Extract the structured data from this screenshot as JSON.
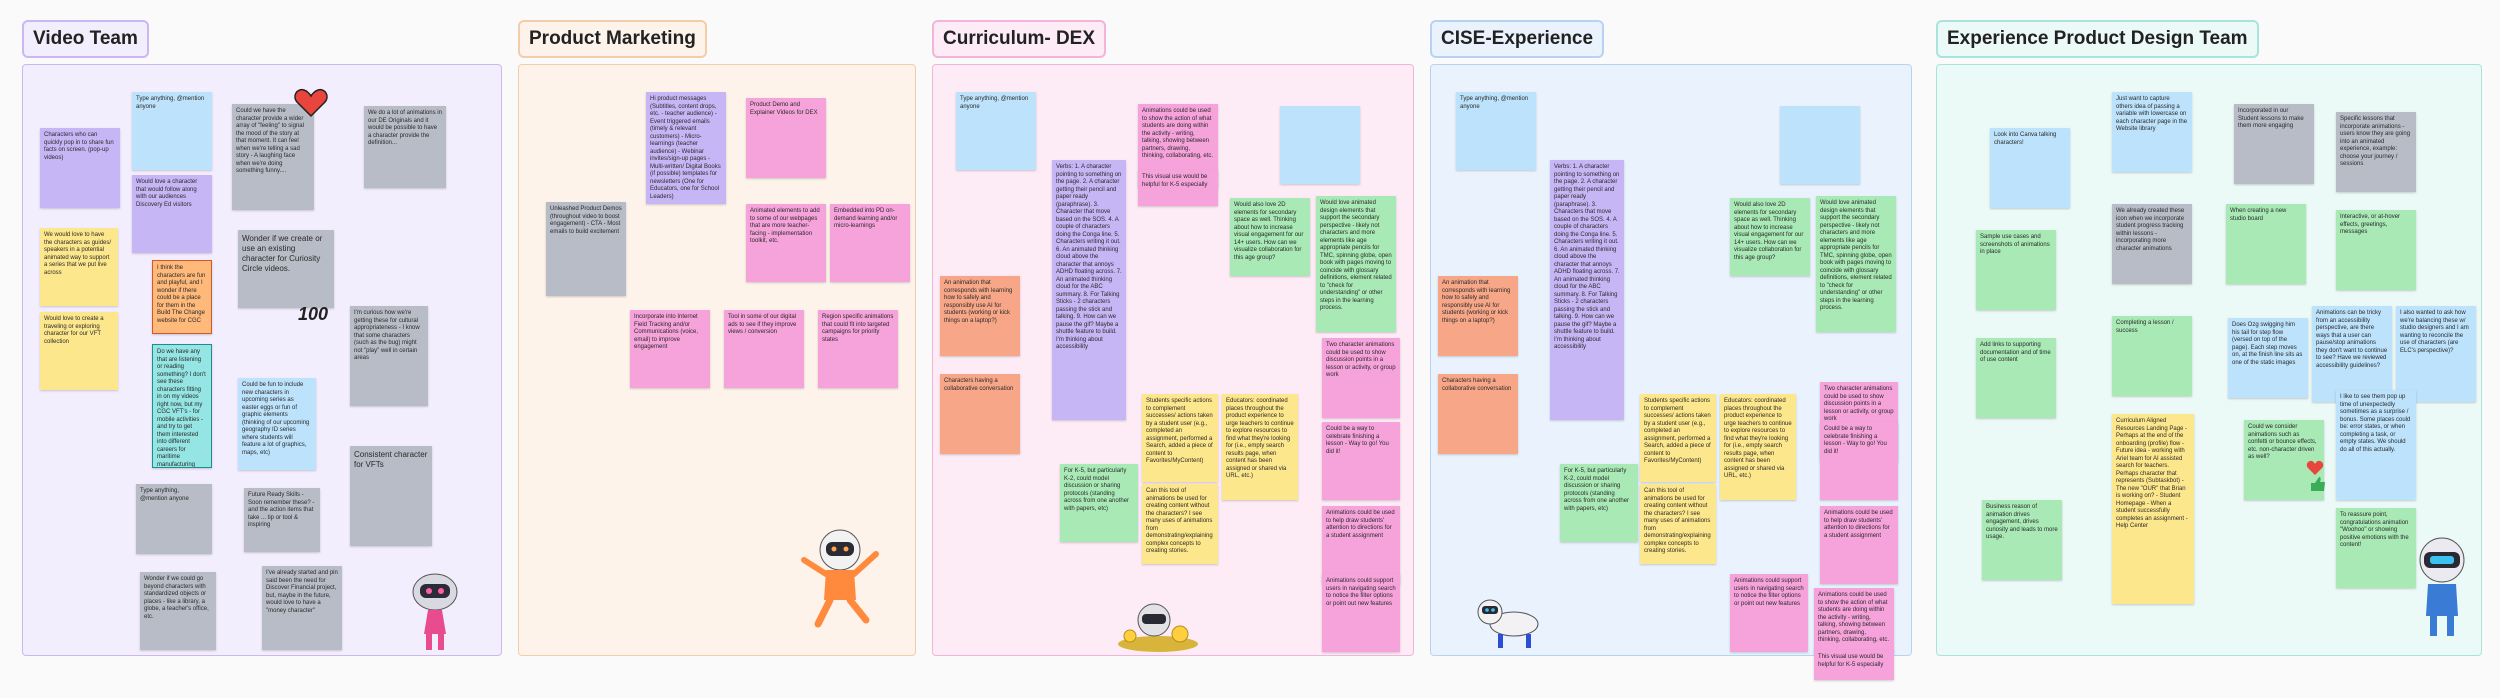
{
  "sections": [
    {
      "title": "Video Team",
      "bg": "#f3eefe",
      "border": "#c9b8f1"
    },
    {
      "title": "Product Marketing",
      "bg": "#fdf3ea",
      "border": "#f3cda9"
    },
    {
      "title": "Curriculum- DEX",
      "bg": "#fdebf6",
      "border": "#f2b4d9"
    },
    {
      "title": "CISE-Experience",
      "bg": "#eaf3fd",
      "border": "#b6d4f2"
    },
    {
      "title": "Experience Product Design Team",
      "bg": "#ebf9f7",
      "border": "#a9e4dc"
    }
  ],
  "notes": {
    "v1": "Characters who can quickly pop in to share fun facts on screen. (pop-up videos)",
    "v2": "Type anything, @mention anyone",
    "v3": "Would love a character that would follow along with our audiences Discovery Ed visitors",
    "v4": "Could we have the character provide a wider array of \"feeling\" to signal the mood of the story at that moment. It can feel when we're telling a sad story - A laughing face when we're doing something funny....",
    "v5": "We do a lot of animations in our DE Originals and it would be possible to have a character provide the definition...",
    "v6": "We would love to have the characters as guides/ speakers in a potential animated way to support a series that we put live across",
    "v7": "I think the characters are fun and playful, and I wonder if there could be a place for them in the Build The Change website for CGC",
    "v8": "Wonder if we create or use an existing character for Curiosity Circle videos.",
    "v9": "Would love to create a traveling or exploring character for our VFT collection",
    "v10": "I'm curious how we're getting these for cultural appropriateness - I know that some characters (such as the bug) might not \"play\" well in certain areas",
    "v11": "Do we have any that are listening or reading something? I don't see these characters fitting in on my videos right now, but my CGC VFT's - for mobile activities - and try to get them interested into different careers for maritime manufacturing",
    "v12": "Could be fun to include new characters in upcoming series as easter eggs or fun of graphic elements (thinking of our upcoming geography ID series where students will feature a lot of graphics, maps, etc)",
    "v13": "Consistent character for VFTs",
    "v14": "Type anything, @mention anyone",
    "v15": "Future Ready Skills - Soon remember these? - and the action items that take ... tip or tool & inspiring",
    "v16": "Wonder if we could go beyond characters with standardized objects or places - like a library, a globe, a teacher's office, etc.",
    "v17": "I've already started and pin said been the need for Discover Financial project, but, maybe in the future, would love to have a \"money character\"",
    "pm1": "Hi product messages (Subtitles, content drops, etc. - teacher audience) - Event triggered emails (timely & relevant customers) - Micro-learnings (teacher audience) - Webinar invites/sign-up pages - Multi-written/ Digital Books (if possible) templates for newsletters (One for Educators, one for School Leaders)",
    "pm2": "Product Demo and Explainer Videos for DEX",
    "pm3": "Animated elements to add to some of our webpages that are more teacher-facing - implementation toolkit, etc.",
    "pm4": "Embedded into PD on-demand learning and/or micro-learnings",
    "pm5": "Unleashed Product Demos (throughout video to boost engagement) - CTA - Most emails to build excitement",
    "pm6": "Incorporate into Internet Field Tracking and/or Communications (voice, email) to improve engagement",
    "pm7": "Tool in some of our digital ads to see if they improve views / conversion",
    "pm8": "Region specific animations that could fit into targeted campaigns for priority states",
    "c1": "Type anything, @mention anyone",
    "c2": "Animations could be used to show the action of what students are doing within the activity - writing, talking, showing between partners, drawing, thinking, collaborating, etc.",
    "c3": "This visual use would be helpful for K-5 especially",
    "c4": "Verbs: 1. A character pointing to something on the page. 2. A character getting their pencil and paper ready (paraphrase). 3. Character that move based on the SOS. 4. A couple of characters doing the Conga line. 5. Characters writing it out. 6. An animated thinking cloud above the character that annoys ADHD floating across. 7. An animated thinking cloud for the ABC summary. 8. For Talking Sticks - 2 characters passing the stick and talking. 9. How can we pause the gif? Maybe a shuttle feature to build. I'm thinking about accessibility",
    "c5": "Would also love 2D elements for secondary space as well. Thinking about how to increase visual engagement for our 14+ users. How can we visualize collaboration for this age group?",
    "c6": "Would love animated design elements that support the secondary perspective - likely not characters and more elements like age appropriate pencils for TMC, spinning globe, open book with pages moving to coincide with glossary definitions, element related to \"check for understanding\" or other steps in the learning process.",
    "c7": "An animation that corresponds with learning how to safely and responsibly use AI for students (working or kick things on a laptop?)",
    "c8": "Characters having a collaborative conversation",
    "c9": "Two character animations could be used to show discussion points in a lesson or activity, or group work",
    "c10": "Could be a way to celebrate finishing a lesson - Way to go! You did it!",
    "c11": "For K-5, but particularly K-2, could model discussion or sharing protocols (standing across from one another with papers, etc)",
    "c12": "Students specific actions to complement successes/ actions taken by a student user (e.g., completed an assignment, performed a Search, added a piece of content to Favorites/MyContent)",
    "c13": "Educators: coordinated places throughout the product experience to urge teachers to continue to explore resources to find what they're looking for (i.e., empty search results page, when content has been assigned or shared via URL, etc.)",
    "c14": "Can this tool of animations be used for creating content without the characters? I see many uses of animations from demonstrating/explaining complex concepts to creating stories.",
    "c15": "Animations could be used to help draw students' attention to directions for a student assignment",
    "c16": "Animations could support users in navigating search to notice the filter options or point out new features",
    "x1": "Type anything, @mention anyone",
    "x2": "Verbs: 1. A character pointing to something on the page. 2. A character getting their pencil and paper ready (paraphrase). 3. Characters that move based on the SOS. 4. A couple of characters doing the Conga line. 5. Characters writing it out. 6. An animated thinking cloud above the character that annoys ADHD floating across. 7. An animated thinking cloud for the ABC summary. 8. For Talking Sticks - 2 characters passing the stick and talking. 9. How can we pause the gif? Maybe a shuttle feature to build. I'm thinking about accessibility",
    "x3": "Would also love 2D elements for secondary space as well. Thinking about how to increase visual engagement for our 14+ users. How can we visualize collaboration for this age group?",
    "x4": "Would love animated design elements that support the secondary perspective - likely not characters and more elements like age appropriate pencils for TMC, spinning globe, open book with pages moving to coincide with glossary definitions, element related to \"check for understanding\" or other steps in the learning process.",
    "x5": "An animation that corresponds with learning how to safely and responsibly use AI for students (working or kick things on a laptop?)",
    "x6": "Characters having a collaborative conversation",
    "x7": "Two character animations could be used to show discussion points in a lesson or activity, or group work",
    "x8": "Could be a way to celebrate finishing a lesson - Way to go! You did it!",
    "x9": "For K-5, but particularly K-2, could model discussion or sharing protocols (standing across from one another with papers, etc)",
    "x10": "Students specific actions to complement successes/ actions taken by a student user (e.g., completed an assignment, performed a Search, added a piece of content to Favorites/MyContent)",
    "x11": "Educators: coordinated places throughout the product experience to urge teachers to continue to explore resources to find what they're looking for (i.e., empty search results page, when content has been assigned or shared via URL, etc.)",
    "x12": "Can this tool of animations be used for creating content without the characters? I see many uses of animations from demonstrating/explaining complex concepts to creating stories.",
    "x13": "Animations could be used to help draw students' attention to directions for a student assignment",
    "x14": "Animations could support users in navigating search to notice the filter options or point out new features",
    "x15": "Animations could be used to show the action of what students are doing within the activity - writing, talking, showing between partners, drawing, thinking, collaborating, etc.",
    "x16": "This visual use would be helpful for K-5 especially",
    "e1": "Look into Canva talking characters!",
    "e2": "Just want to capture others idea of passing a variable with lowercase on each character page in the Website library",
    "e3": "Incorporated in our Student lessons to make them more engaging",
    "e4": "Specific lessons that incorporate animations - users know they are going into an animated experience, example: choose your journey / sessions",
    "e5": "Sample use cases and screenshots of animations in place",
    "e6": "We already created these icon when we incorporate student progress tracking within lessons - incorporating more character animations",
    "e7": "When creating a new studio board",
    "e8": "Interactive, or at-hover effects, greetings, messages",
    "e9": "Add links to supporting documentation and of time of use content",
    "e10": "Completing a lesson / success",
    "e11": "Does Ozg swigging him his tail for step flow (versed on top of the page). Each step moves on, at the finish line sits as one of the static images",
    "e12": "Animations can be tricky from an accessibility perspective, are there ways that a user can pause/stop animations they don't want to continue to see? Have we reviewed accessibility guidelines?",
    "e13": "I also wanted to ask how we're balancing these w/ studio designers and I am wanting to reconcile the use of characters (are ELC's perspective)?",
    "e14": "Curriculum Aligned Resources Landing Page - Perhaps at the end of the onboarding (profile) flow - Future idea - working with Ariel team for AI assisted search for teachers. Perhaps character that represents (Subtaskbot) - The new \"OUR\" that Brian is working on? - Student Homepage - When a student successfully completes an assignment - Help Center",
    "e15": "Could we consider animations such as confetti or bounce effects, etc. non-character driven as well?",
    "e16": "I like to see them pop up time of unexpectedly sometimes as a surprise / bonus. Some places could be: error states, or when completing a task, or empty states. We should do all of this actually.",
    "e17": "Business reason of animation drives engagement, drives curiosity and leads to more usage.",
    "e18": "To reassure point, congratulations animation \"Woohoo\" or showing positive emotions with the content!"
  }
}
